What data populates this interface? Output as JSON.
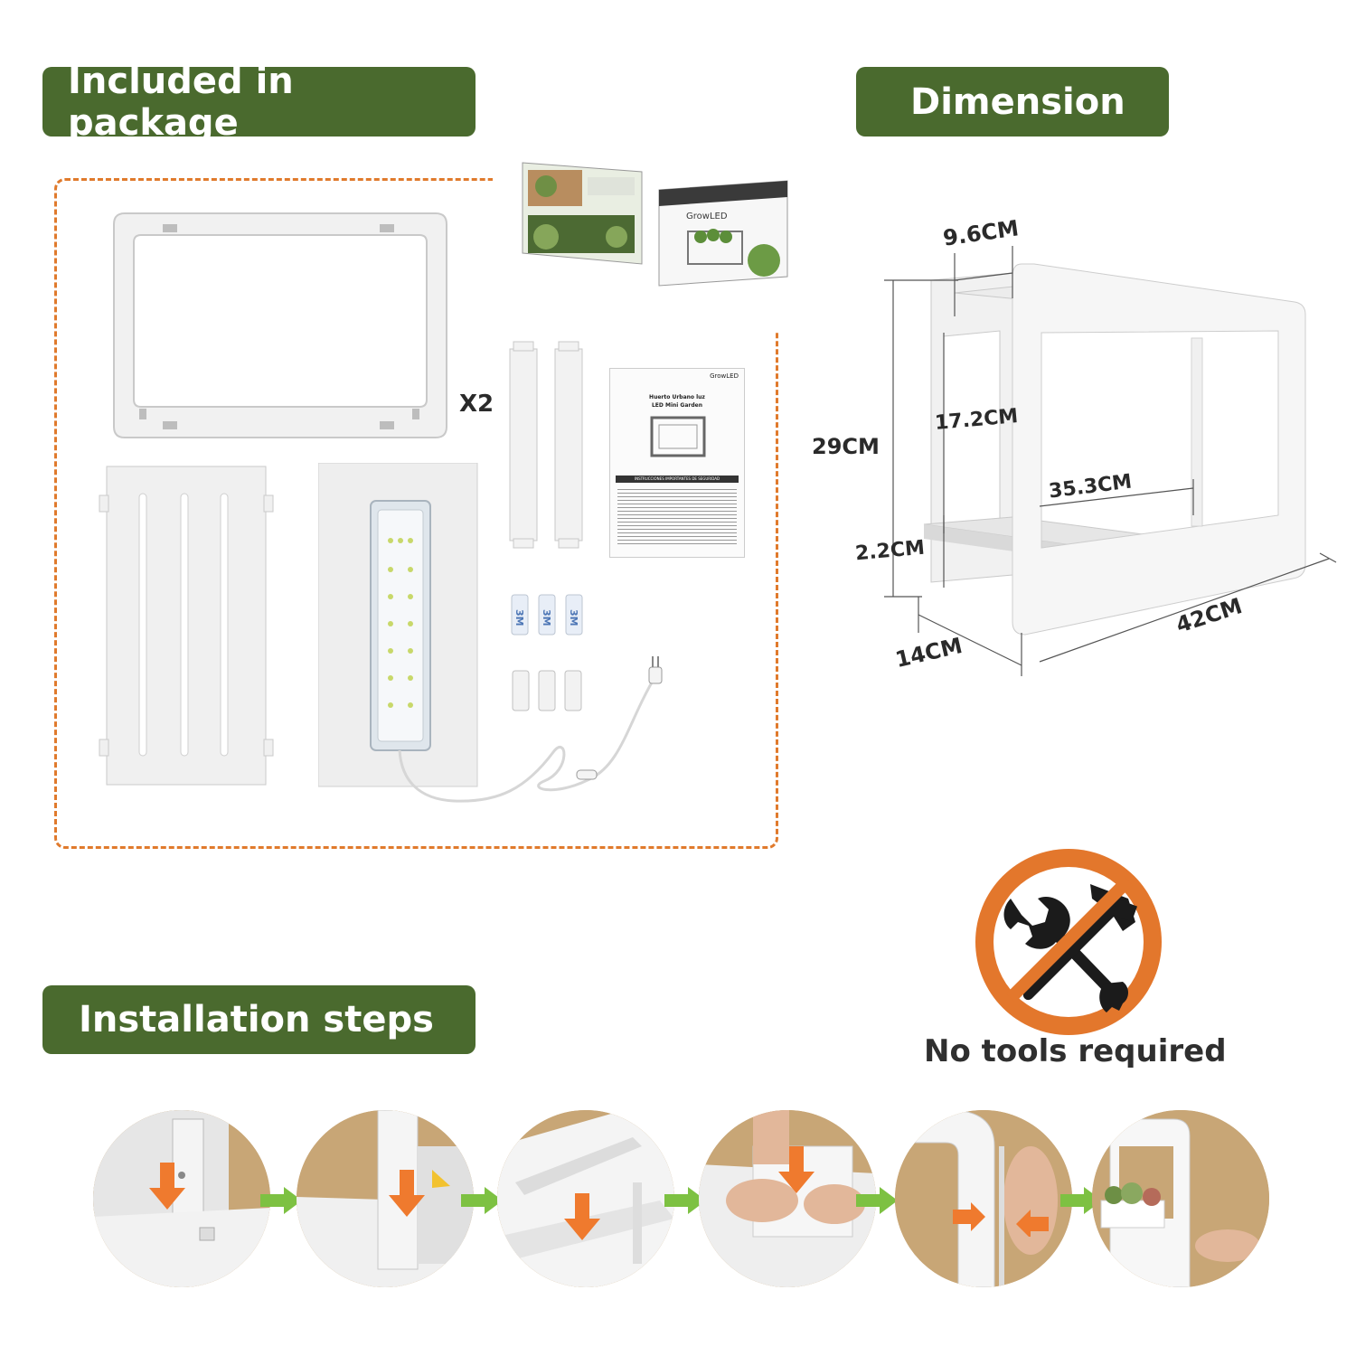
{
  "sections": {
    "package_title": "Included in package",
    "dimension_title": "Dimension",
    "install_title": "Installation steps"
  },
  "package": {
    "multiplier": "X2",
    "box_front_brand": "GrowLED",
    "manual": {
      "title_line1": "Huerto Urbano luz",
      "title_line2": "LED Mini Garden",
      "brand": "GrowLED",
      "section_heading": "INSTRUCCIONES IMPORTANTES DE SEGURIDAD"
    },
    "tape_text": "3M"
  },
  "dimensions": {
    "depth_top": "9.6CM",
    "height": "29CM",
    "inner_height": "17.2CM",
    "inner_width": "35.3CM",
    "base_height": "2.2CM",
    "depth": "14CM",
    "width": "42CM"
  },
  "no_tools": {
    "label": "No tools required",
    "badge_color": "#e3772c",
    "icon": "wrench-hammer-icon"
  },
  "colors": {
    "accent_green": "#4a6a2e",
    "dash_orange": "#e07a2c",
    "arrow_green": "#7dc142",
    "step_arrow_orange": "#ef7a2e"
  },
  "steps": [
    {
      "icon": "down-arrow"
    },
    {
      "icon": "down-arrow"
    },
    {
      "icon": "down-arrow"
    },
    {
      "icon": "down-arrow"
    },
    {
      "icon": "inward-arrows"
    },
    {
      "icon": "finished-garden"
    }
  ]
}
